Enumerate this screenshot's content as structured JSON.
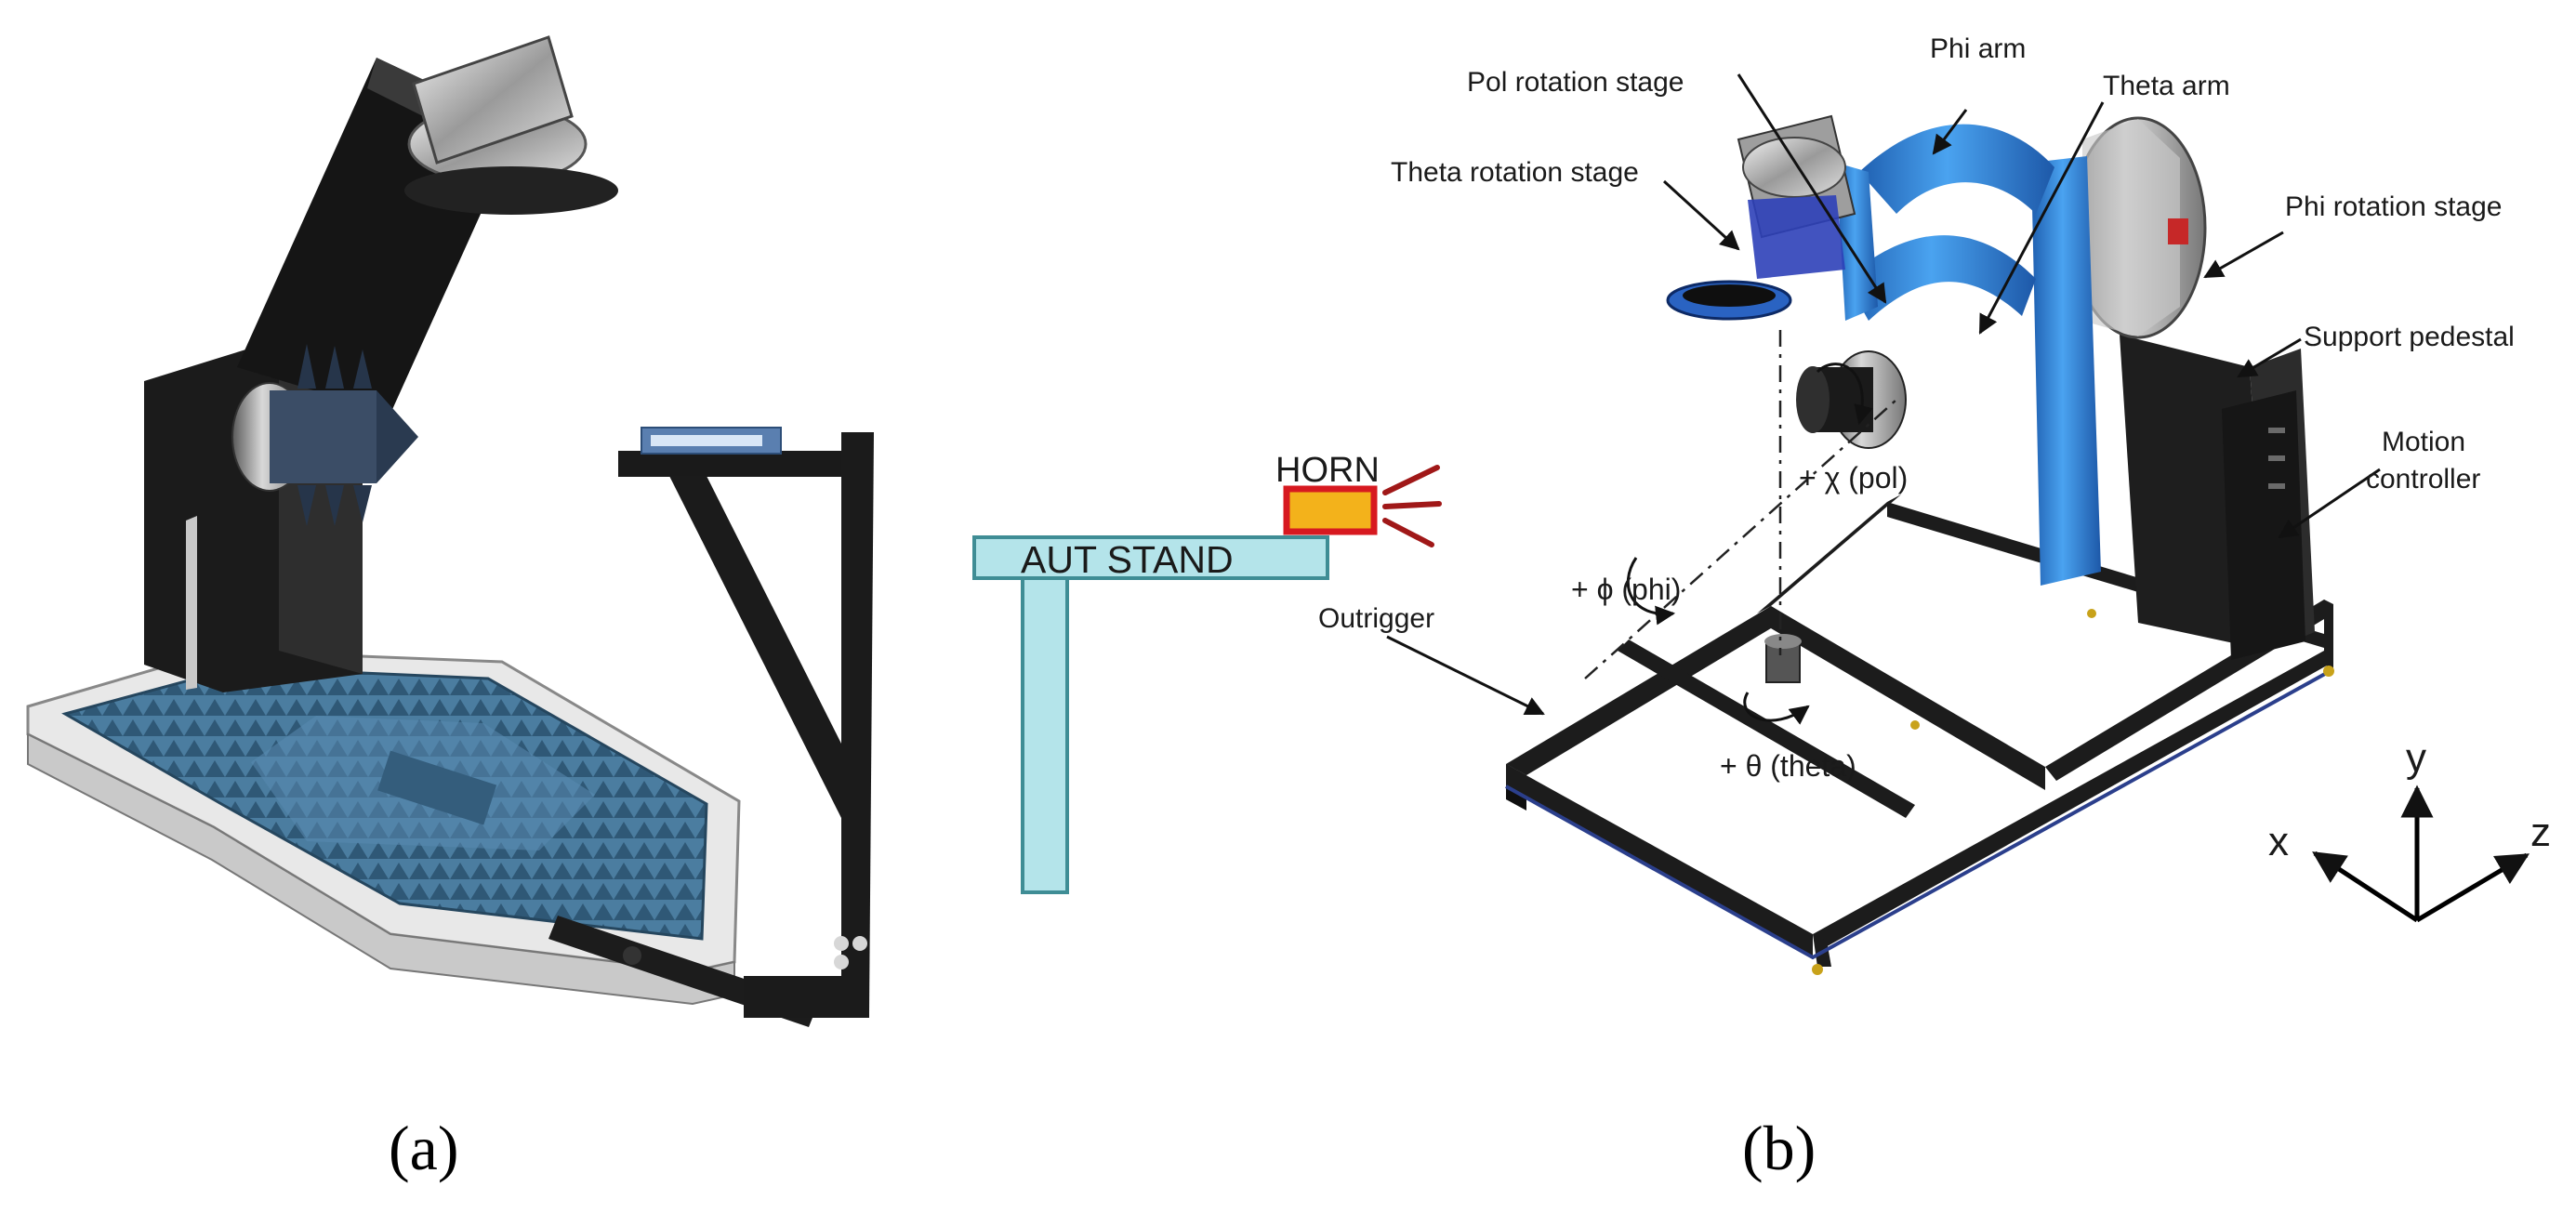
{
  "panels": {
    "a": {
      "caption": "(a)"
    },
    "b": {
      "caption": "(b)"
    }
  },
  "schematic": {
    "horn_label": "HORN",
    "stand_label": "AUT STAND"
  },
  "components": {
    "pol_rotation_stage": "Pol rotation stage",
    "phi_arm": "Phi arm",
    "theta_arm": "Theta arm",
    "theta_rotation_stage": "Theta rotation stage",
    "phi_rotation_stage": "Phi rotation stage",
    "support_pedestal": "Support pedestal",
    "motion_controller_line1": "Motion",
    "motion_controller_line2": "controller",
    "outrigger": "Outrigger"
  },
  "rotations": {
    "chi": "+ χ (pol)",
    "phi": "+ ϕ (phi)",
    "theta": "+ θ (theta)"
  },
  "axes": {
    "x": "x",
    "y": "y",
    "z": "z"
  },
  "colors": {
    "stand_fill": "#b4e4ea",
    "stand_stroke": "#3f8d95",
    "horn_fill": "#f3b21b",
    "horn_stroke": "#d71920",
    "horn_rays": "#a01818",
    "arm_blue": "#2f7fd6",
    "frame_black": "#1c1c1c",
    "absorber_blue": "#3f6f92"
  }
}
